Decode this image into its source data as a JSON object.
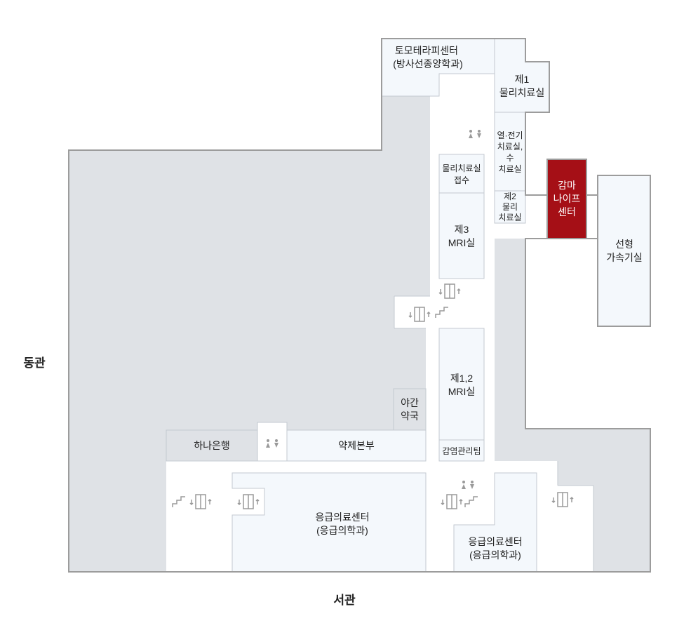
{
  "wings": {
    "east": "동관",
    "west": "서관"
  },
  "rooms": {
    "tomotherapy": [
      "토모테라피센터",
      "(방사선종양학과)"
    ],
    "pt1": [
      "제1",
      "물리치료실"
    ],
    "thermal": [
      "열·전기",
      "치료실,",
      "수",
      "치료실"
    ],
    "pt2": [
      "제2",
      "물리",
      "치료실"
    ],
    "pt_reception": [
      "물리치료실",
      "접수"
    ],
    "mri3": [
      "제3",
      "MRI실"
    ],
    "mri12": [
      "제1,2",
      "MRI실"
    ],
    "infection": "감염관리팀",
    "night_pharmacy": [
      "야간",
      "약국"
    ],
    "bank": "하나은행",
    "pharmacy_hq": "약제본부",
    "er1": [
      "응급의료센터",
      "(응급의학과)"
    ],
    "er2": [
      "응급의료센터",
      "(응급의학과)"
    ],
    "gamma_knife": [
      "감마",
      "나이프",
      "센터"
    ],
    "linac": [
      "선형",
      "가속기실"
    ]
  },
  "colors": {
    "highlight": "#a50f16",
    "room": "#f4f8fc",
    "gray": "#dfe2e6"
  },
  "icons": [
    "restroom-icon",
    "elevator-icon",
    "stairs-icon"
  ]
}
